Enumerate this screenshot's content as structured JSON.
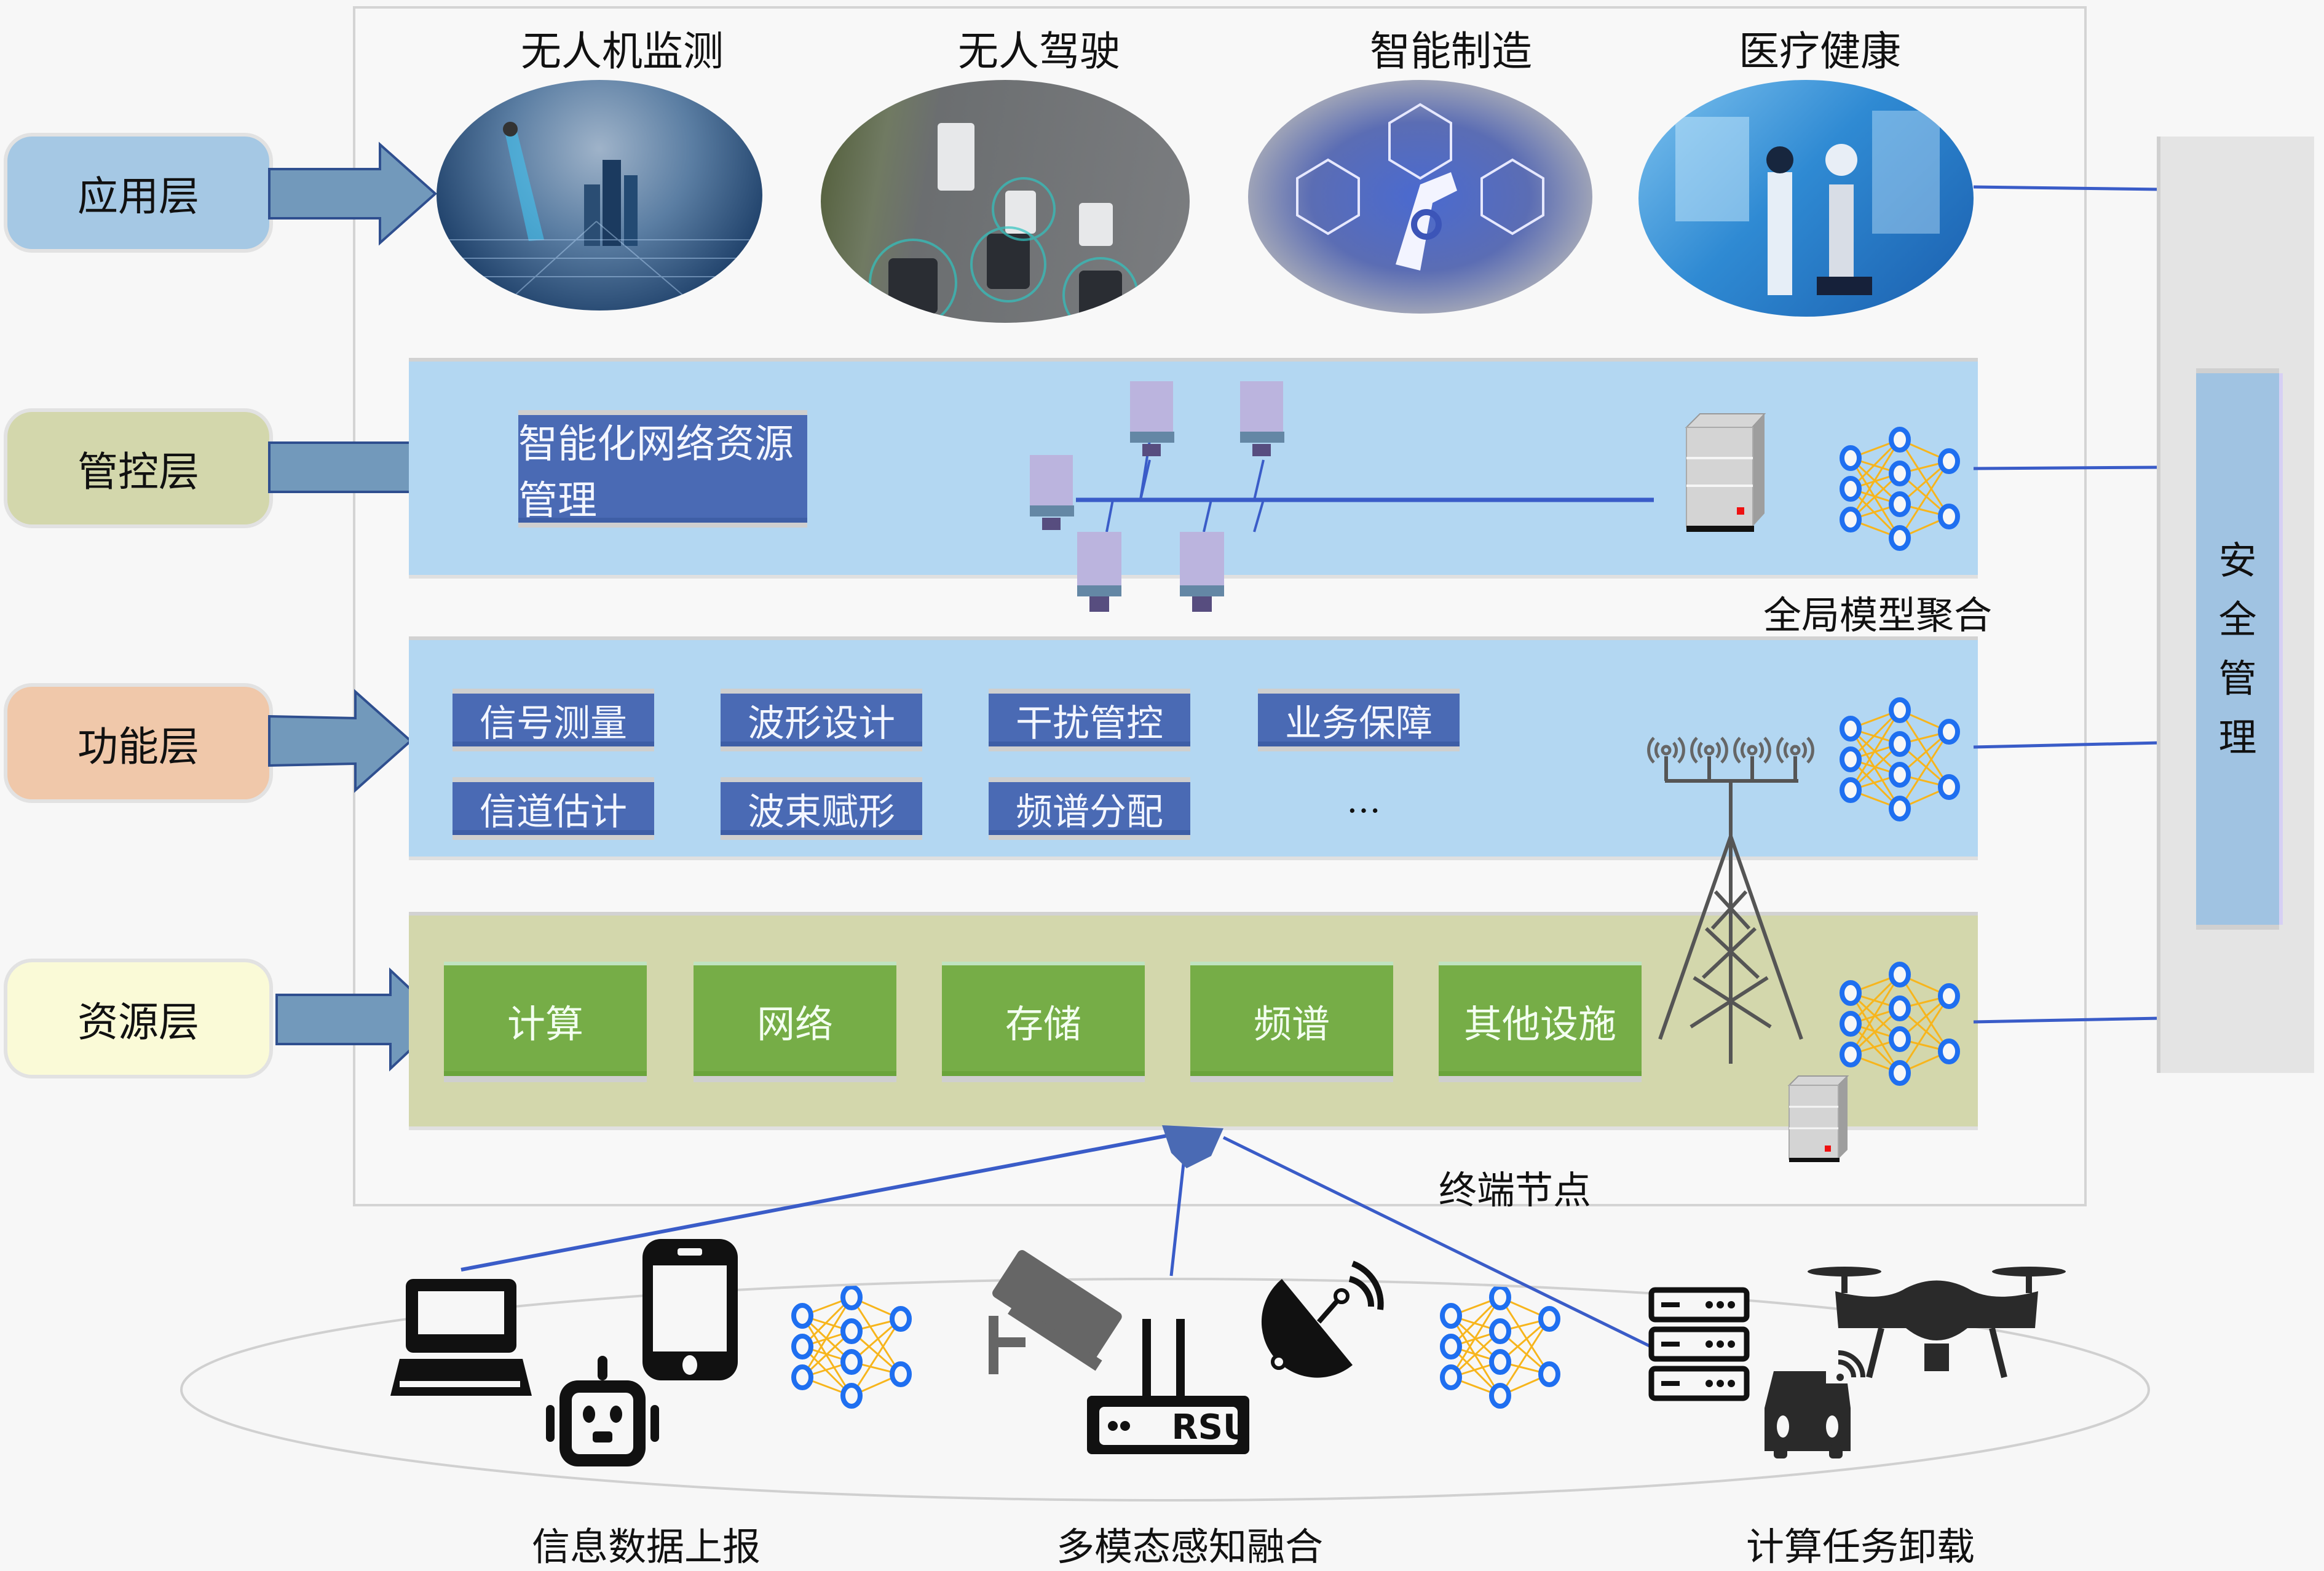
{
  "diagram": {
    "layers": [
      {
        "id": "application",
        "label": "应用层",
        "color": "#a5c8e4"
      },
      {
        "id": "management",
        "label": "管控层",
        "color": "#d3d7ac"
      },
      {
        "id": "function",
        "label": "功能层",
        "color": "#f0c8aa"
      },
      {
        "id": "resource",
        "label": "资源层",
        "color": "#fafad7"
      }
    ],
    "application_layer": {
      "apps": [
        {
          "label": "无人机监测",
          "icon": "drone-city-image"
        },
        {
          "label": "无人驾驶",
          "icon": "autonomous-driving-image"
        },
        {
          "label": "智能制造",
          "icon": "smart-manufacturing-image"
        },
        {
          "label": "医疗健康",
          "icon": "healthcare-robot-image"
        }
      ]
    },
    "management_layer": {
      "box_label": "智能化网络资源管理",
      "network_nodes": 5,
      "caption": "全局模型聚合",
      "icons": [
        "computer-icon",
        "server-icon",
        "neural-network-icon"
      ]
    },
    "function_layer": {
      "row1": [
        "信号测量",
        "波形设计",
        "干扰管控",
        "业务保障"
      ],
      "row2": [
        "信道估计",
        "波束赋形",
        "频谱分配"
      ],
      "ellipsis": "…",
      "icons": [
        "antenna-array-icon",
        "neural-network-icon"
      ]
    },
    "resource_layer": {
      "items": [
        "计算",
        "网络",
        "存储",
        "频谱",
        "其他设施"
      ],
      "caption": "终端节点",
      "icons": [
        "cell-tower-icon",
        "server-icon",
        "neural-network-icon"
      ]
    },
    "security": {
      "label": [
        "安",
        "全",
        "管",
        "理"
      ]
    },
    "terminals": {
      "groups": [
        {
          "caption": "信息数据上报",
          "devices": [
            "laptop-icon",
            "smartphone-icon",
            "robot-icon",
            "neural-network-icon"
          ]
        },
        {
          "caption": "多模态感知融合",
          "devices": [
            "cctv-camera-icon",
            "rsu-icon",
            "satellite-dish-icon",
            "neural-network-icon"
          ]
        },
        {
          "caption": "计算任务卸载",
          "devices": [
            "server-rack-icon",
            "connected-car-icon",
            "drone-icon"
          ]
        }
      ],
      "rsu_text": "RSU"
    },
    "colors": {
      "band_blue": "#b3d7f2",
      "band_green": "#d3d7ac",
      "box_blue": "#4a6ab4",
      "box_green": "#76ad47",
      "arrow": "#7299bb",
      "link": "#3a5cc8",
      "nn_node": "#1f6ff0",
      "nn_edge": "#f7b51c"
    }
  }
}
